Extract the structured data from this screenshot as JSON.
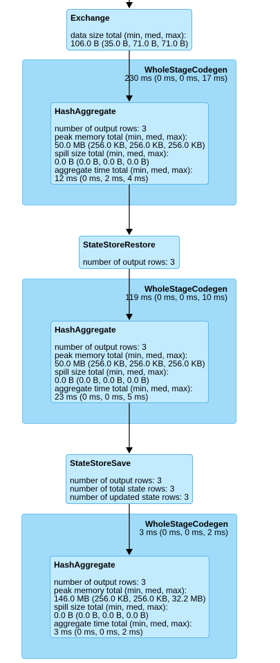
{
  "exchange": {
    "title": "Exchange",
    "lines": [
      "data size total (min, med, max):",
      "106.0 B (35.0 B, 71.0 B, 71.0 B)"
    ]
  },
  "stage1": {
    "title": "WholeStageCodegen",
    "metric": "230 ms (0 ms, 0 ms, 17 ms)",
    "agg": {
      "title": "HashAggregate",
      "lines": [
        "number of output rows: 3",
        "peak memory total (min, med, max):",
        "50.0 MB (256.0 KB, 256.0 KB, 256.0 KB)",
        "spill size total (min, med, max):",
        "0.0 B (0.0 B, 0.0 B, 0.0 B)",
        "aggregate time total (min, med, max):",
        "12 ms (0 ms, 2 ms, 4 ms)"
      ]
    }
  },
  "restore": {
    "title": "StateStoreRestore",
    "lines": [
      "number of output rows: 3"
    ]
  },
  "stage2": {
    "title": "WholeStageCodegen",
    "metric": "119 ms (0 ms, 0 ms, 10 ms)",
    "agg": {
      "title": "HashAggregate",
      "lines": [
        "number of output rows: 3",
        "peak memory total (min, med, max):",
        "50.0 MB (256.0 KB, 256.0 KB, 256.0 KB)",
        "spill size total (min, med, max):",
        "0.0 B (0.0 B, 0.0 B, 0.0 B)",
        "aggregate time total (min, med, max):",
        "23 ms (0 ms, 0 ms, 5 ms)"
      ]
    }
  },
  "save": {
    "title": "StateStoreSave",
    "lines": [
      "number of output rows: 3",
      "number of total state rows: 3",
      "number of updated state rows: 3"
    ]
  },
  "stage3": {
    "title": "WholeStageCodegen",
    "metric": "3 ms (0 ms, 0 ms, 2 ms)",
    "agg": {
      "title": "HashAggregate",
      "lines": [
        "number of output rows: 3",
        "peak memory total (min, med, max):",
        "146.0 MB (256.0 KB, 256.0 KB, 32.2 MB)",
        "spill size total (min, med, max):",
        "0.0 B (0.0 B, 0.0 B, 0.0 B)",
        "aggregate time total (min, med, max):",
        "3 ms (0 ms, 0 ms, 2 ms)"
      ]
    }
  },
  "colors": {
    "cluster": "#a0dcfa",
    "node": "#c3ebff",
    "edge": "#000000"
  }
}
